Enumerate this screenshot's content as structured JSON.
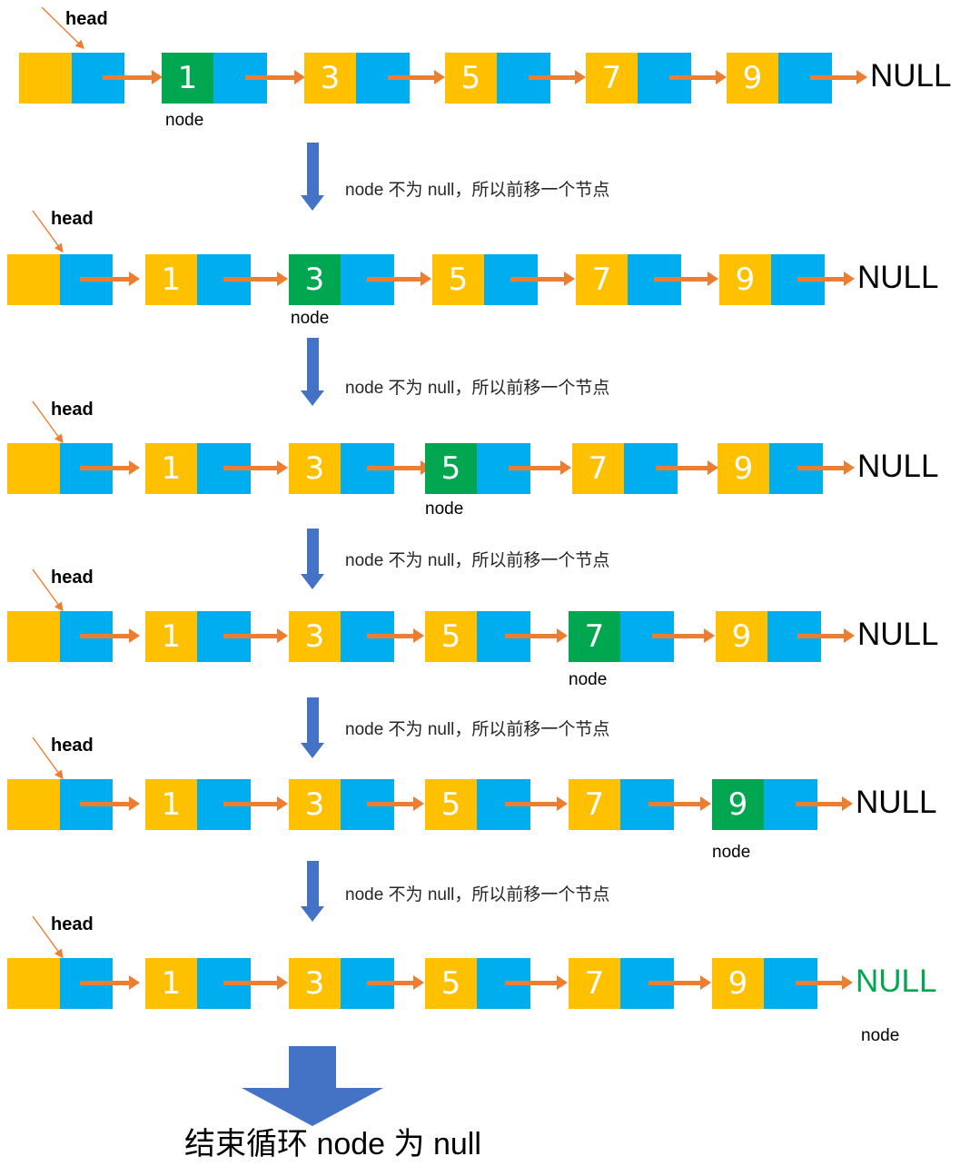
{
  "diagram": {
    "title": "linked-list traversal loop",
    "colors": {
      "node_value": "#FFC000",
      "node_pointer": "#00AEEF",
      "node_highlight": "#00A650",
      "link_arrow": "#ED7D31",
      "step_arrow": "#4472C4",
      "null_default": "#000000",
      "null_highlight": "#00A650"
    },
    "head_label": "head",
    "node_caption": "node",
    "null_label": "NULL",
    "values": [
      "1",
      "3",
      "5",
      "7",
      "9"
    ],
    "steps": [
      {
        "index": 0,
        "head_label": "head",
        "values": [
          "1",
          "3",
          "5",
          "7",
          "9"
        ],
        "highlight_index": 0,
        "null_label": "NULL",
        "null_highlighted": false,
        "caption": "node"
      },
      {
        "index": 1,
        "head_label": "head",
        "values": [
          "1",
          "3",
          "5",
          "7",
          "9"
        ],
        "highlight_index": 1,
        "null_label": "NULL",
        "null_highlighted": false,
        "caption": "node"
      },
      {
        "index": 2,
        "head_label": "head",
        "values": [
          "1",
          "3",
          "5",
          "7",
          "9"
        ],
        "highlight_index": 2,
        "null_label": "NULL",
        "null_highlighted": false,
        "caption": "node"
      },
      {
        "index": 3,
        "head_label": "head",
        "values": [
          "1",
          "3",
          "5",
          "7",
          "9"
        ],
        "highlight_index": 3,
        "null_label": "NULL",
        "null_highlighted": false,
        "caption": "node"
      },
      {
        "index": 4,
        "head_label": "head",
        "values": [
          "1",
          "3",
          "5",
          "7",
          "9"
        ],
        "highlight_index": 4,
        "null_label": "NULL",
        "null_highlighted": false,
        "caption": "node"
      },
      {
        "index": 5,
        "head_label": "head",
        "values": [
          "1",
          "3",
          "5",
          "7",
          "9"
        ],
        "highlight_index": -1,
        "null_label": "NULL",
        "null_highlighted": true,
        "caption": "node"
      }
    ],
    "transitions": [
      "node 不为 null，所以前移一个节点",
      "node 不为 null，所以前移一个节点",
      "node 不为 null，所以前移一个节点",
      "node 不为 null，所以前移一个节点",
      "node 不为 null，所以前移一个节点"
    ],
    "conclusion": "结束循环 node 为 null"
  }
}
